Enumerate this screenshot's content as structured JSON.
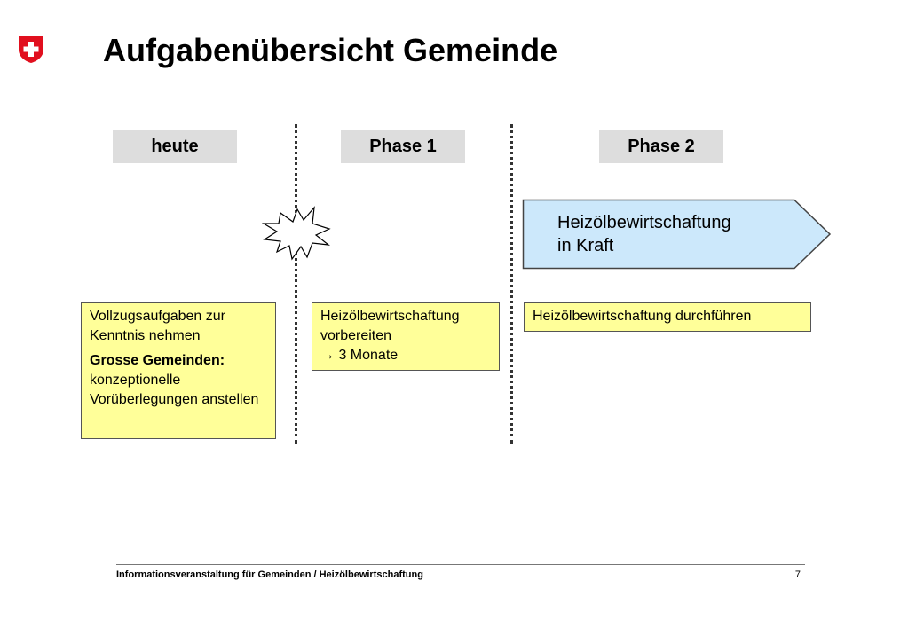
{
  "header": {
    "title": "Aufgabenübersicht Gemeinde"
  },
  "phases": [
    {
      "label": "heute"
    },
    {
      "label": "Phase 1"
    },
    {
      "label": "Phase 2"
    }
  ],
  "arrow": {
    "line1": "Heizölbewirtschaftung",
    "line2": "in Kraft",
    "fill": "#cce8fb"
  },
  "tasks": {
    "heute": {
      "line1": "Vollzugsaufgaben zur Kenntnis nehmen",
      "bold": "Grosse Gemeinden:",
      "line2": "konzeptionelle Vorüberlegungen anstellen"
    },
    "phase1": {
      "line1": "Heizölbewirtschaftung vorbereiten",
      "line2": "→ 3 Monate"
    },
    "phase2": {
      "line1": "Heizölbewirtschaftung durchführen"
    }
  },
  "footer": {
    "text": "Informationsveranstaltung für Gemeinden /  Heizölbewirtschaftung",
    "page": "7"
  },
  "colors": {
    "note_fill": "#ffff99",
    "phase_fill": "#dddddd",
    "logo_red": "#e10f1e"
  },
  "icons": [
    "swiss-cross-logo-icon",
    "explosion-burst-icon"
  ]
}
